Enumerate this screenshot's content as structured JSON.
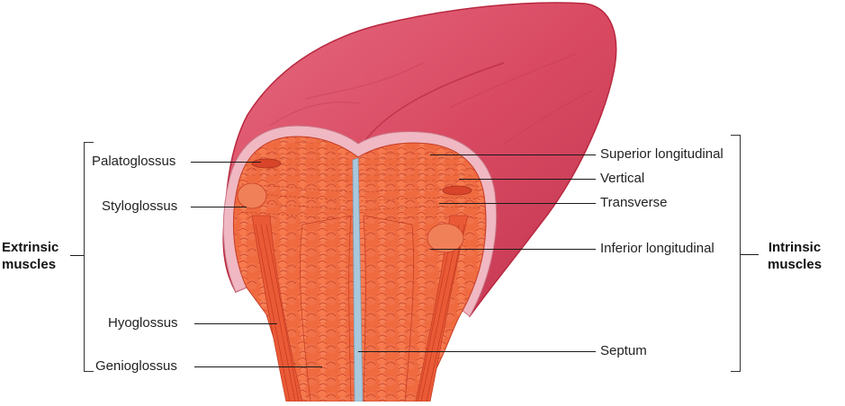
{
  "diagram": {
    "left_group": {
      "line1": "Extrinsic",
      "line2": "muscles"
    },
    "right_group": {
      "line1": "Intrinsic",
      "line2": "muscles"
    },
    "left_labels": {
      "palatoglossus": "Palatoglossus",
      "styloglossus": "Styloglossus",
      "hyoglossus": "Hyoglossus",
      "genioglossus": "Genioglossus"
    },
    "right_labels": {
      "superior_longitudinal": "Superior longitudinal",
      "vertical": "Vertical",
      "transverse": "Transverse",
      "inferior_longitudinal": "Inferior longitudinal",
      "septum": "Septum"
    },
    "colors": {
      "tongue_surface": "#d94a62",
      "tongue_edge": "#b8283f",
      "mucosa_border": "#f0b8c2",
      "muscle": "#f0643c",
      "muscle_dark": "#d8452a",
      "septum": "#a9c8dc"
    }
  }
}
